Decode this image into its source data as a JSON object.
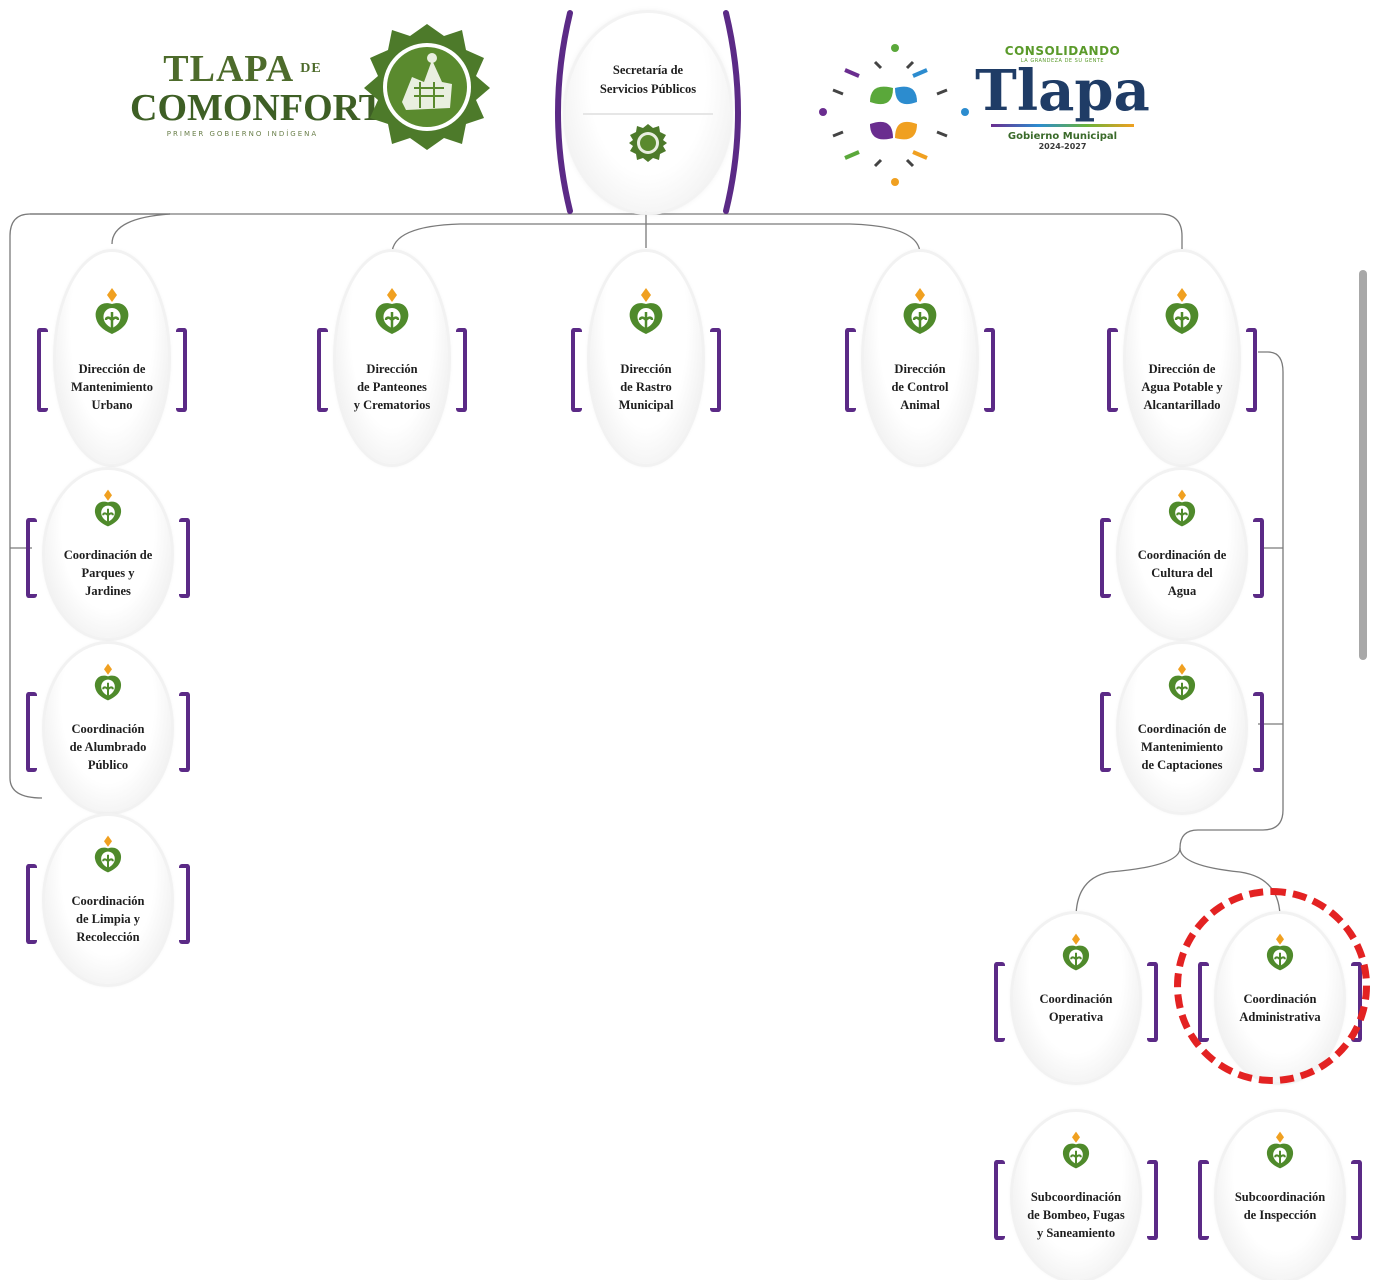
{
  "logos": {
    "left": {
      "line1": "TLAPA",
      "line1_suffix": "DE",
      "line2": "COMONFORT",
      "line3": "PRIMER GOBIERNO INDÍGENA",
      "seal_icon": "municipal-seal-icon"
    },
    "right": {
      "line1": "CONSOLIDANDO",
      "line2": "LA GRANDEZA DE SU GENTE",
      "line3": "Tlapa",
      "line4": "Gobierno Municipal",
      "line5": "2024-2027",
      "flower_icon": "clover-flower-icon"
    }
  },
  "root": {
    "label": "Secretaría de\nServicios Públicos"
  },
  "directions": [
    {
      "label": "Dirección de\nMantenimiento\nUrbano"
    },
    {
      "label": "Dirección\nde Panteones\ny Crematorios"
    },
    {
      "label": "Dirección\nde Rastro\nMunicipal"
    },
    {
      "label": "Dirección\nde Control\nAnimal"
    },
    {
      "label": "Dirección de\nAgua Potable y\nAlcantarillado"
    }
  ],
  "left_coordinations": [
    {
      "label": "Coordinación de\nParques y\nJardines"
    },
    {
      "label": "Coordinación\nde Alumbrado\nPúblico"
    },
    {
      "label": "Coordinación\nde Limpia y\nRecolección"
    }
  ],
  "right_coordinations": [
    {
      "label": "Coordinación de\nCultura del\nAgua"
    },
    {
      "label": "Coordinación de\nMantenimiento\nde Captaciones"
    }
  ],
  "bottom_coordinations": [
    {
      "label": "Coordinación\nOperativa"
    },
    {
      "label": "Coordinación\nAdministrativa",
      "highlighted": true
    }
  ],
  "subcoordinations": [
    {
      "label": "Subcoordinación\nde Bombeo, Fugas\ny Saneamiento"
    },
    {
      "label": "Subcoordinación\nde Inspección"
    }
  ],
  "colors": {
    "bracket": "#5b2a86",
    "emblem_green": "#4f8a2b",
    "emblem_orange": "#f0a020",
    "highlight": "#e32222",
    "connector": "#777777"
  }
}
